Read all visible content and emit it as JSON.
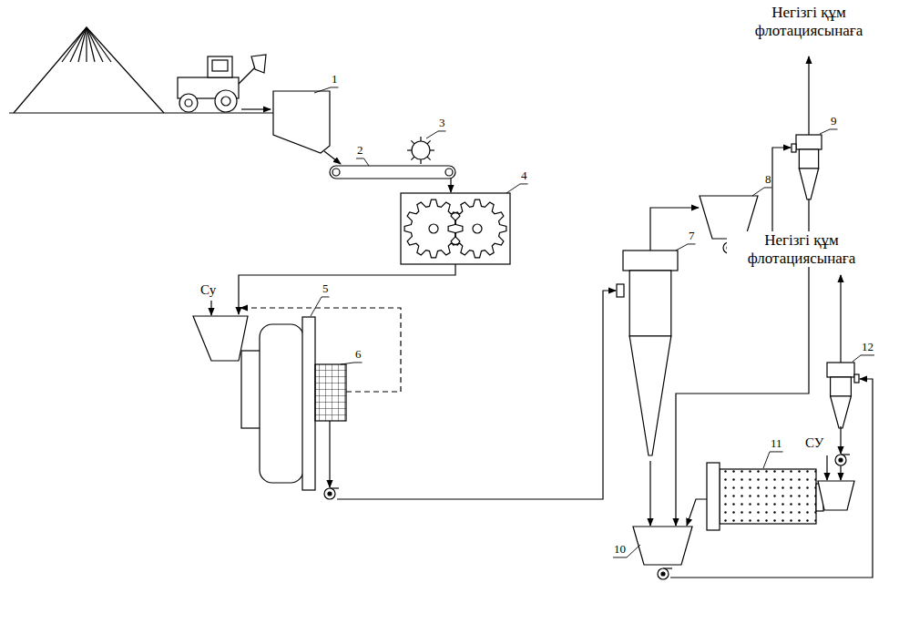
{
  "diagram": {
    "labels": [
      "Негізгі құм флотациясынаға",
      "1",
      "3",
      "2",
      "4",
      "9",
      "8",
      "7",
      "Негізгі құм флотациясынаға",
      "12",
      "Су",
      "11",
      "СУ",
      "5",
      "6",
      "10"
    ]
  }
}
